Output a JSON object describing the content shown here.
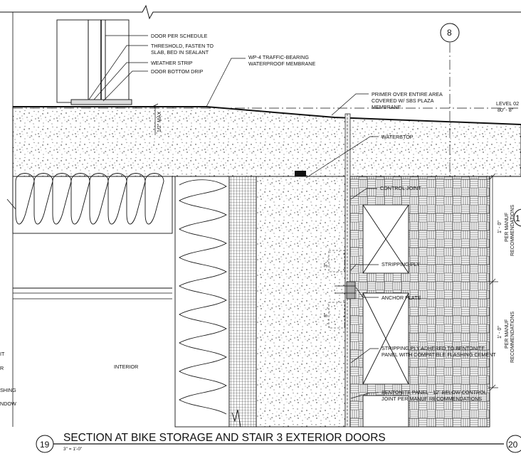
{
  "detail": {
    "number": "19",
    "title": "SECTION AT BIKE STORAGE AND STAIR 3 EXTERIOR DOORS",
    "scale": "3\" = 1'-0\"",
    "adjacent_ref": "20",
    "side_ref": "1"
  },
  "grid_bubble": "8",
  "level": {
    "name": "LEVEL 02",
    "elevation": "80' - 8\""
  },
  "dims": {
    "max": "1/2\" MAX",
    "three_a": "3\"",
    "three_b": "3\"",
    "one_foot_a": "1' - 0\"",
    "one_foot_b": "1' - 0\"",
    "per_manuf_a_1": "PER MANUF",
    "per_manuf_a_2": "RECOMMENDATIONS",
    "per_manuf_b_1": "PER MANUF",
    "per_manuf_b_2": "RECOMMENDATIONS"
  },
  "labels": {
    "door": "DOOR PER SCHEDULE",
    "threshold_1": "THRESHOLD, FASTEN TO",
    "threshold_2": "SLAB, BED IN SEALANT",
    "weather_strip": "WEATHER STRIP",
    "door_drip": "DOOR  BOTTOM DRIP",
    "wp4_1": "WP-4 TRAFFIC-BEARING",
    "wp4_2": "WATERPROOF MEMBRANE",
    "primer_1": "PRIMER OVER ENTIRE AREA",
    "primer_2": "COVERED W/ SBS PLAZA",
    "primer_3": "MEMBRANE",
    "waterstop": "WATERSTOP",
    "control_joint": "CONTROL JOINT",
    "stripping_ply": "STRIPPING PLY",
    "anchor_plate": "ANCHOR PLATE",
    "stripping_bent_1": "STRIPPING PLY ADHERED TO BENTONITE",
    "stripping_bent_2": "PANEL WITH COMPATIBLE FLASHING CEMENT",
    "bentonite_1": "BENTONITE PANEL - 12\" BELOW CONTROL",
    "bentonite_2": "JOINT PER MANUF RECOMMENDATIONS",
    "interior": "INTERIOR",
    "cut_1": "IT",
    "cut_2": "R",
    "cut_3": "SHING",
    "cut_4": "NDOW"
  }
}
